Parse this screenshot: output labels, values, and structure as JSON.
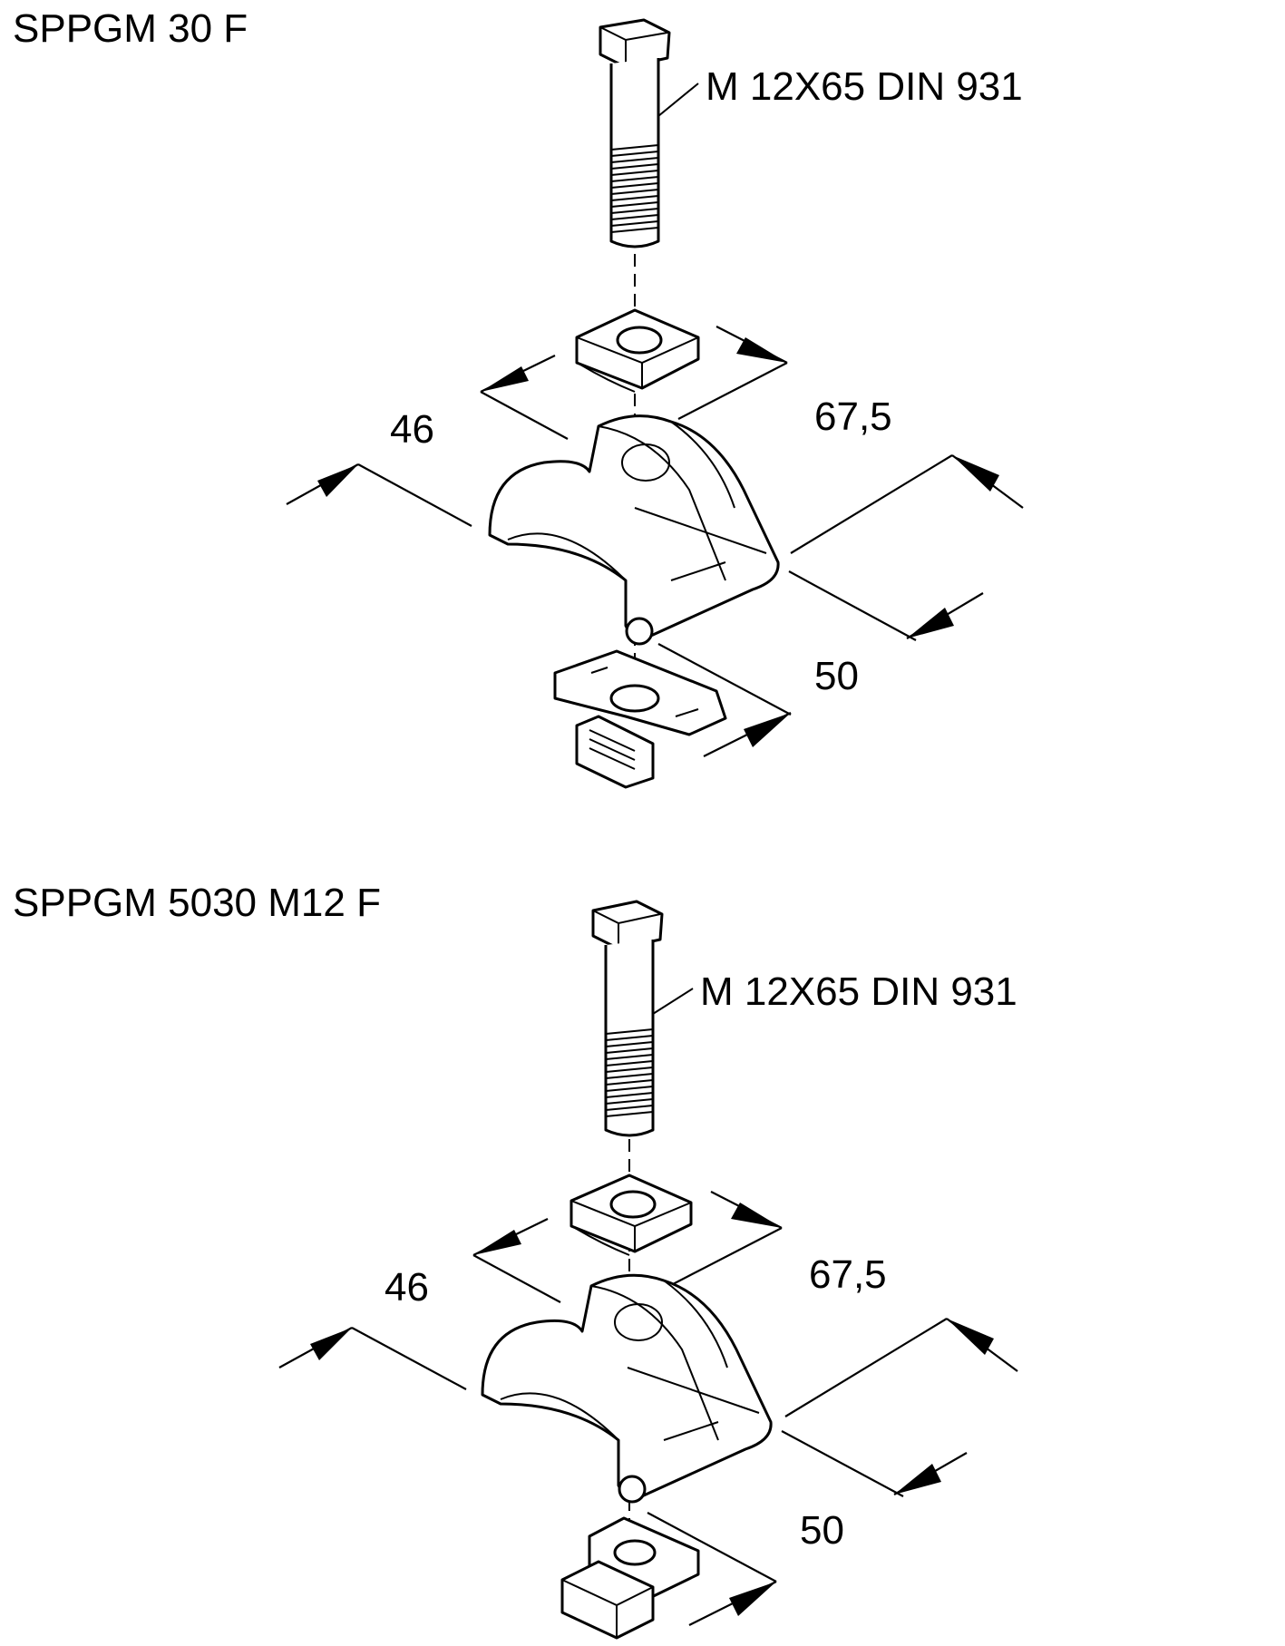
{
  "assemblies": [
    {
      "title": "SPPGM 30 F",
      "bolt_label": "M 12X65 DIN 931",
      "dim_width": "46",
      "dim_length": "67,5",
      "dim_base": "50"
    },
    {
      "title": "SPPGM 5030 M12 F",
      "bolt_label": "M 12X65 DIN 931",
      "dim_width": "46",
      "dim_length": "67,5",
      "dim_base": "50"
    }
  ],
  "icons": {
    "top_nut": "spring-channel-nut-icon",
    "bottom_nut": "square-slot-nut-icon"
  }
}
